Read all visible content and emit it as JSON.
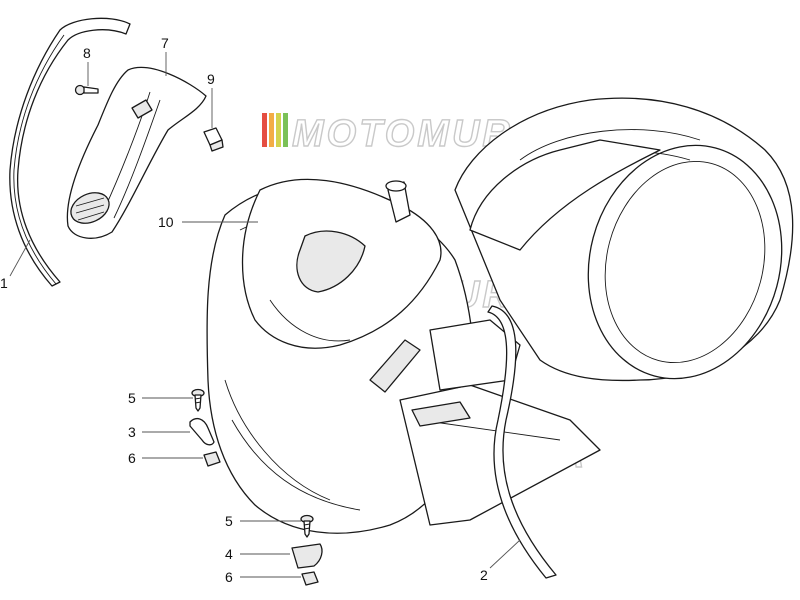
{
  "watermark": {
    "text": "MOTOMURCIA",
    "stripe_colors": [
      "#e33b2e",
      "#f2a531",
      "#cfcf3a",
      "#6dbb45"
    ]
  },
  "callouts": [
    {
      "id": "c1",
      "label": "1"
    },
    {
      "id": "c2",
      "label": "2"
    },
    {
      "id": "c3",
      "label": "3"
    },
    {
      "id": "c4",
      "label": "4"
    },
    {
      "id": "c5a",
      "label": "5"
    },
    {
      "id": "c5b",
      "label": "5"
    },
    {
      "id": "c6a",
      "label": "6"
    },
    {
      "id": "c6b",
      "label": "6"
    },
    {
      "id": "c7",
      "label": "7"
    },
    {
      "id": "c8",
      "label": "8"
    },
    {
      "id": "c9",
      "label": "9"
    },
    {
      "id": "c10",
      "label": "10"
    }
  ],
  "icons": [
    "trim-strip",
    "cable",
    "clip",
    "shim-plate",
    "screw",
    "nut",
    "leg-shield-cover",
    "bolt",
    "clip-nut",
    "front-body"
  ]
}
